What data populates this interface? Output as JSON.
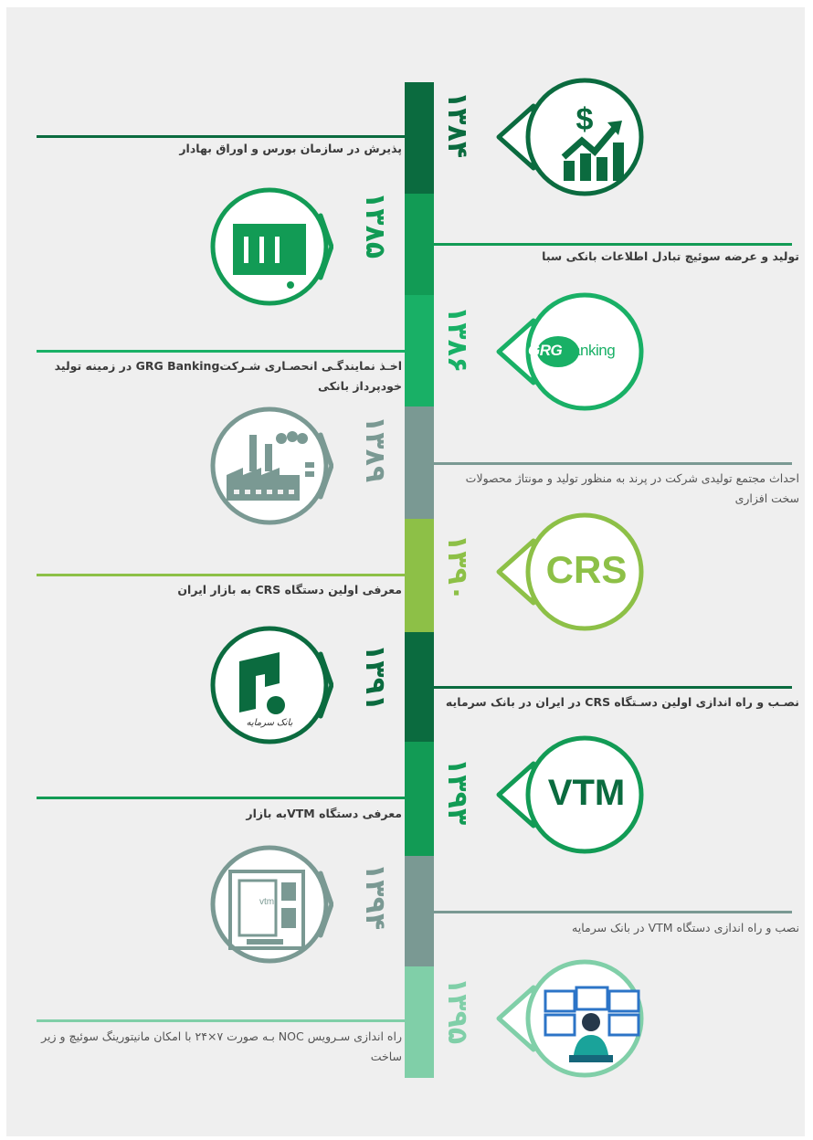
{
  "palette": {
    "dark": "#0b6b3f",
    "mid": "#129b55",
    "bright": "#19b066",
    "slate": "#7a9993",
    "lime": "#8dc047",
    "mint": "#80cfa8",
    "background": "#efefef",
    "text": "#3a3a3a"
  },
  "milestones": [
    {
      "year": "۱۳۸۴",
      "caption": "پذیرش در سازمان بورس و اوراق بهادار",
      "icon": "stock-growth-icon",
      "badge_text": "",
      "color": "dark"
    },
    {
      "year": "۱۳۸۵",
      "caption": "تولید و عرضه سوئیچ تبادل اطلاعات بانکی سبا",
      "icon": "saba-logo-icon",
      "badge_text": "",
      "color": "mid"
    },
    {
      "year": "۱۳۸۶",
      "caption": "اخـذ نمایندگـی انحصـاری شـرکتGRG Banking در زمینه تولید خودپرداز بانکی",
      "icon": "grg-banking-logo-icon",
      "badge_text": "GRG Banking",
      "color": "bright"
    },
    {
      "year": "۱۳۸۹",
      "caption": "احداث مجتمع تولیدی شرکت در پرند به منظور تولید و مونتاژ محصولات سخت افزاری",
      "icon": "factory-icon",
      "badge_text": "",
      "color": "slate"
    },
    {
      "year": "۱۳۹۰",
      "caption": "معرفی اولین دستگاه CRS به بازار ایران",
      "icon": "crs-icon",
      "badge_text": "CRS",
      "color": "lime"
    },
    {
      "year": "۱۳۹۱",
      "caption": "نصـب و راه اندازی اولین دسـتگاه CRS در ایران در بانک سرمایه",
      "icon": "bank-sarmayeh-logo-icon",
      "badge_text": "بانک سرمایه",
      "color": "dark"
    },
    {
      "year": "۱۳۹۳",
      "caption": "معرفی دستگاه VTMبه بازار",
      "icon": "vtm-icon",
      "badge_text": "VTM",
      "color": "mid"
    },
    {
      "year": "۱۳۹۴",
      "caption": "نصب و راه اندازی دستگاه VTM در بانک سرمایه",
      "icon": "vtm-kiosk-icon",
      "badge_text": "vtm",
      "color": "slate"
    },
    {
      "year": "۱۳۹۵",
      "caption": "راه اندازی سـرویس NOC بـه صورت ۷×۲۴ با امکان مانیتورینگ سوئیچ و زیر ساخت",
      "icon": "noc-monitoring-icon",
      "badge_text": "",
      "color": "mint"
    }
  ]
}
